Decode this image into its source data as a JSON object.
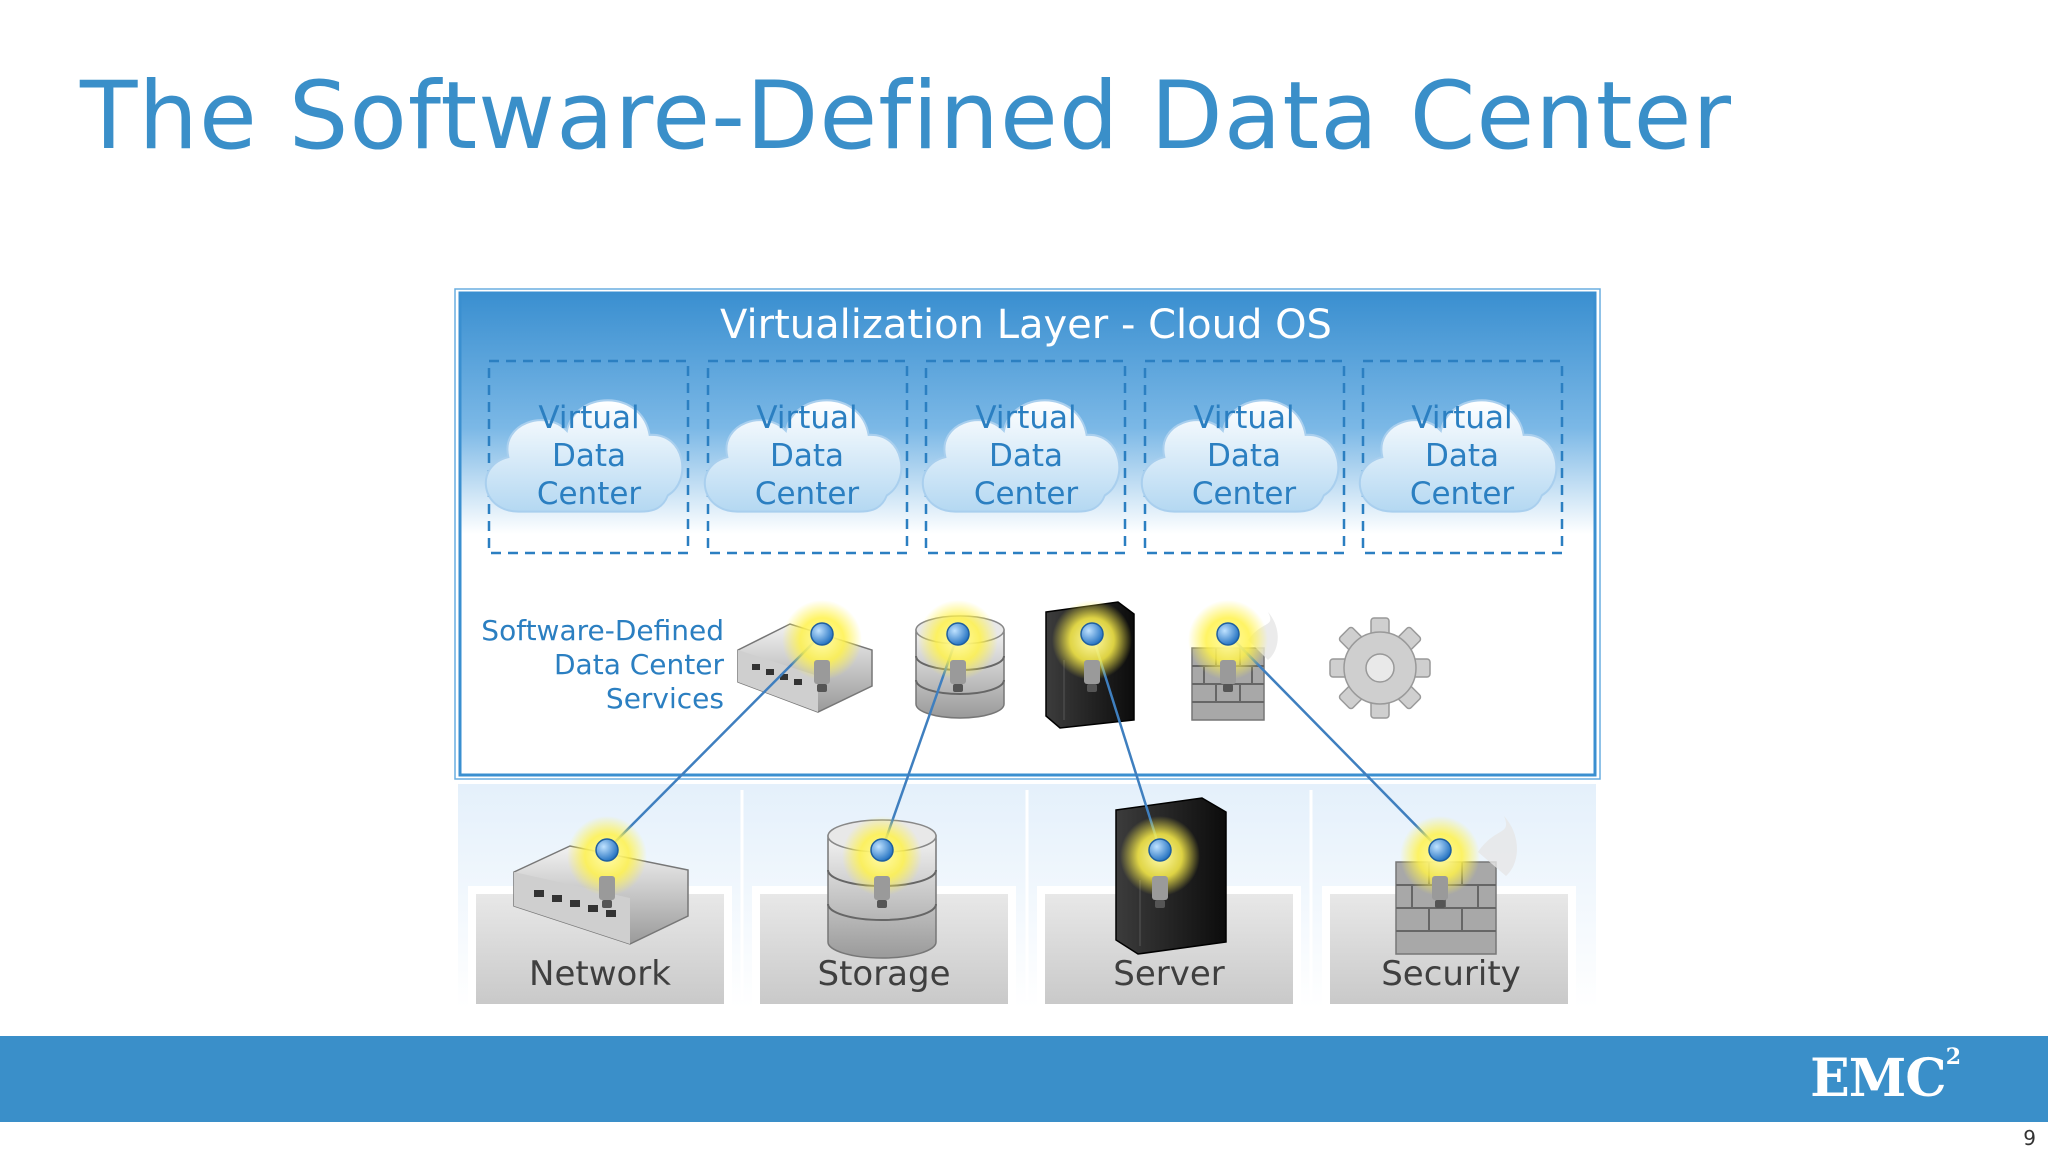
{
  "slide": {
    "title": "The Software-Defined Data Center",
    "page_number": "9"
  },
  "virtualization_layer": {
    "title": "Virtualization Layer - Cloud OS",
    "virtual_data_centers": [
      {
        "line1": "Virtual",
        "line2": "Data",
        "line3": "Center"
      },
      {
        "line1": "Virtual",
        "line2": "Data",
        "line3": "Center"
      },
      {
        "line1": "Virtual",
        "line2": "Data",
        "line3": "Center"
      },
      {
        "line1": "Virtual",
        "line2": "Data",
        "line3": "Center"
      },
      {
        "line1": "Virtual",
        "line2": "Data",
        "line3": "Center"
      }
    ]
  },
  "services": {
    "label_line1": "Software-Defined",
    "label_line2": "Data Center",
    "label_line3": "Services",
    "icons": [
      "network-switch-icon",
      "storage-database-icon",
      "server-tower-icon",
      "firewall-icon",
      "gear-icon"
    ]
  },
  "resources": [
    {
      "label": "Network",
      "icon": "network-switch-icon"
    },
    {
      "label": "Storage",
      "icon": "storage-database-icon"
    },
    {
      "label": "Server",
      "icon": "server-tower-icon"
    },
    {
      "label": "Security",
      "icon": "firewall-icon"
    }
  ],
  "footer": {
    "logo_text": "EMC",
    "logo_superscript": "2"
  },
  "colors": {
    "accent_blue": "#3a8fc9",
    "label_blue": "#2b7fc1",
    "bulb_yellow": "#fff34d",
    "connector_blue": "#3f7fbf"
  }
}
